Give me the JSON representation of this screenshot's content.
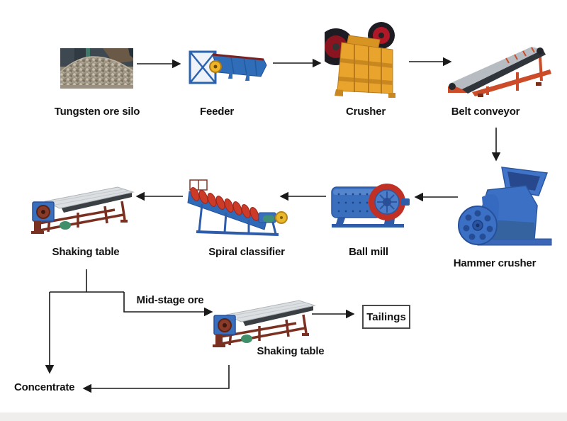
{
  "diagram": {
    "nodes": {
      "ore_silo": {
        "label": "Tungsten ore silo"
      },
      "feeder": {
        "label": "Feeder"
      },
      "crusher": {
        "label": "Crusher"
      },
      "belt_conveyor": {
        "label": "Belt conveyor"
      },
      "hammer_crusher": {
        "label": "Hammer crusher"
      },
      "ball_mill": {
        "label": "Ball mill"
      },
      "spiral_classifier": {
        "label": "Spiral classifier"
      },
      "shaking_table_1": {
        "label": "Shaking table"
      },
      "shaking_table_2": {
        "label": "Shaking table"
      },
      "mid_stage_ore": {
        "label": "Mid-stage ore"
      },
      "tailings": {
        "label": "Tailings"
      },
      "concentrate": {
        "label": "Concentrate"
      }
    },
    "flow": [
      {
        "from": "Tungsten ore silo",
        "to": "Feeder"
      },
      {
        "from": "Feeder",
        "to": "Crusher"
      },
      {
        "from": "Crusher",
        "to": "Belt conveyor"
      },
      {
        "from": "Belt conveyor",
        "to": "Hammer crusher"
      },
      {
        "from": "Hammer crusher",
        "to": "Ball mill"
      },
      {
        "from": "Ball mill",
        "to": "Spiral classifier"
      },
      {
        "from": "Spiral classifier",
        "to": "Shaking table"
      },
      {
        "from": "Shaking table",
        "to": "Concentrate"
      },
      {
        "from": "Shaking table",
        "to": "Shaking table (2)",
        "via": "Mid-stage ore"
      },
      {
        "from": "Shaking table (2)",
        "to": "Tailings"
      },
      {
        "from": "Shaking table (2)",
        "to": "Concentrate"
      }
    ],
    "colors": {
      "arrow": "#1a1a1a",
      "text": "#121212",
      "machine_blue": "#3c70c4",
      "machine_yellow": "#e8a42c",
      "conveyor_orange": "#cc4b28",
      "accent_red": "#c03024",
      "table_frame_brown": "#7a3020",
      "background": "#ffffff"
    }
  }
}
